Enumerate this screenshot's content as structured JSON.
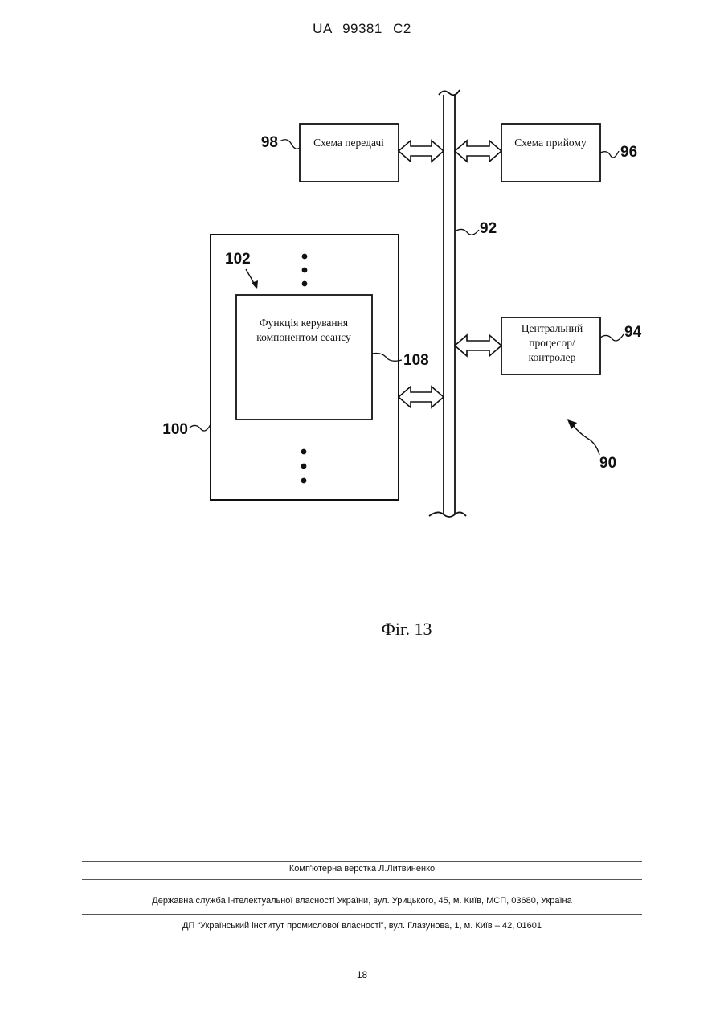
{
  "header": {
    "patent_id": "UA   99381   C2"
  },
  "diagram": {
    "boxes": {
      "transmit": {
        "ref": "98",
        "label": "Схема передачі"
      },
      "receive": {
        "ref": "96",
        "label": "Схема прийому"
      },
      "cpu": {
        "ref": "94",
        "lines": [
          "Центральний",
          "процесор/",
          "контролер"
        ]
      },
      "memory": {
        "ref": "100"
      },
      "session": {
        "ref": "108",
        "lines": [
          "Функція керування",
          "компонентом сеансу"
        ]
      }
    },
    "bus_ref": "92",
    "pointer_ref": "102",
    "system_ref": "90",
    "caption": "Фіг. 13"
  },
  "footer": {
    "layout_credit": "Комп'ютерна верстка Л.Литвиненко",
    "agency": "Державна служба інтелектуальної власності України, вул. Урицького, 45, м. Київ, МСП, 03680, Україна",
    "institute": "ДП “Український інститут промислової власності”, вул. Глазунова, 1, м. Київ – 42, 01601"
  },
  "page_number": "18"
}
